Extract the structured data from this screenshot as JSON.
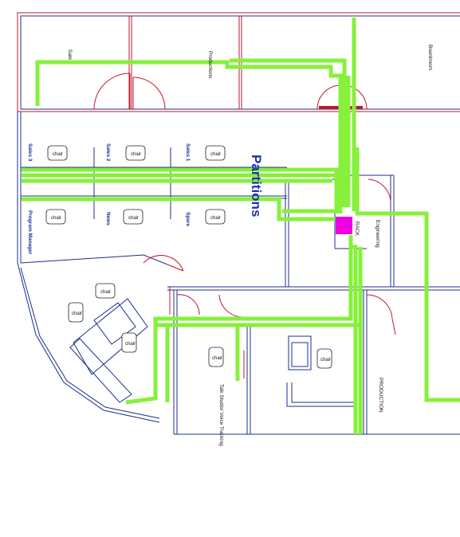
{
  "title": "Partitions",
  "rooms": {
    "r1": "Sale",
    "r2": "Productions",
    "r3": "Boardroom",
    "engineering": "Engineering",
    "rack": "RACK",
    "production": "PRODUCTION",
    "talk_studio": "Talk Studio/ Voice Tracking"
  },
  "desks": {
    "sales3": "Sales 3",
    "sales2": "Sales 2",
    "sales1": "Sales 1",
    "program_manager": "Program Manager",
    "news": "News",
    "spare": "Spare"
  },
  "chair_label": "chair",
  "colors": {
    "cable": "#86f03a",
    "rack": "#f000e0",
    "wall": "#1c2f8c",
    "door": "#c0162a",
    "label": "#1a2a9a"
  }
}
